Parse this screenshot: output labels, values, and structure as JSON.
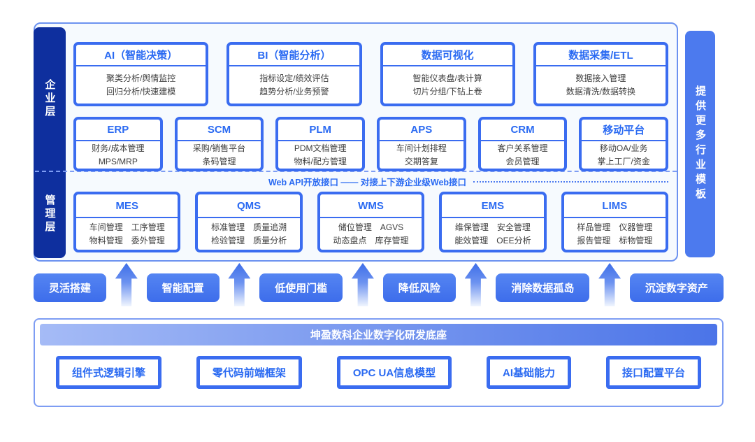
{
  "colors": {
    "navy_sidebar": "#0e2f9e",
    "card_border_blue": "#3a6cf0",
    "title_text_blue": "#2a6af2",
    "pill_blue": "#4c7aee",
    "panel_border_blue": "#6c92f0",
    "panel_bg": "#f6fafe"
  },
  "sidebar": {
    "enterprise": "企业层",
    "management": "管理层"
  },
  "right_banner": {
    "label": "提供更多行业模板"
  },
  "enterprise_row1": [
    {
      "title": "AI（智能决策）",
      "body": "聚类分析/舆情监控\n回归分析/快速建模"
    },
    {
      "title": "BI（智能分析）",
      "body": "指标设定/绩效评估\n趋势分析/业务预警"
    },
    {
      "title": "数据可视化",
      "body": "智能仪表盘/表计算\n切片分组/下钻上卷"
    },
    {
      "title": "数据采集/ETL",
      "body": "数据接入管理\n数据清洗/数据转换"
    }
  ],
  "enterprise_row2": [
    {
      "title": "ERP",
      "body": "财务/成本管理\nMPS/MRP"
    },
    {
      "title": "SCM",
      "body": "采购/销售平台\n条码管理"
    },
    {
      "title": "PLM",
      "body": "PDM文档管理\n物料/配方管理"
    },
    {
      "title": "APS",
      "body": "车间计划排程\n交期答复"
    },
    {
      "title": "CRM",
      "body": "客户关系管理\n会员管理"
    },
    {
      "title": "移动平台",
      "body": "移动OA/业务\n掌上工厂/资金"
    }
  ],
  "api_divider": {
    "label": "Web API开放接口 —— 对接上下游企业级Web接口"
  },
  "management_row": [
    {
      "title": "MES",
      "body": "车间管理　工序管理\n物料管理　委外管理"
    },
    {
      "title": "QMS",
      "body": "标准管理　质量追溯\n检验管理　质量分析"
    },
    {
      "title": "WMS",
      "body": "储位管理　AGVS\n动态盘点　库存管理"
    },
    {
      "title": "EMS",
      "body": "维保管理　安全管理\n能效管理　OEE分析"
    },
    {
      "title": "LIMS",
      "body": "样品管理　仪器管理\n报告管理　标物管理"
    }
  ],
  "benefits": {
    "items": [
      "灵活搭建",
      "智能配置",
      "低使用门槛",
      "降低风险",
      "消除数据孤岛",
      "沉淀数字资产"
    ]
  },
  "foundation": {
    "title": "坤盈数科企业数字化研发底座",
    "items": [
      "组件式逻辑引擎",
      "零代码前端框架",
      "OPC UA信息模型",
      "AI基础能力",
      "接口配置平台"
    ]
  }
}
